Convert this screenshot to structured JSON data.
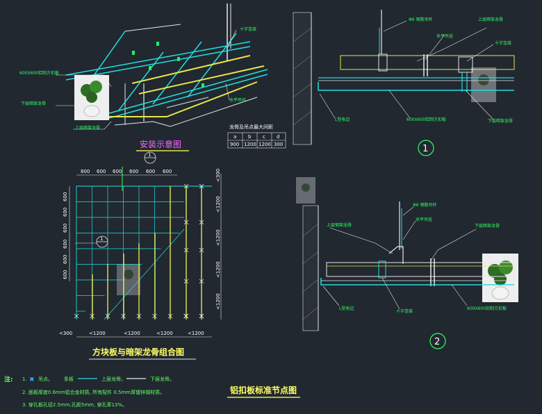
{
  "titles": {
    "install": "安装示意图",
    "grid": "方块板与暗架龙骨组合图",
    "node": "铝扣板标准节点图"
  },
  "table": {
    "title": "龙骨及吊点最大间距",
    "headers": [
      "a",
      "b",
      "c",
      "d"
    ],
    "values": [
      "900",
      "1200",
      "1200",
      "300"
    ]
  },
  "install_labels": {
    "cross": "十字连接",
    "panel": "600X600铝制方扣板",
    "lower": "下层暗架龙骨",
    "upper": "上层暗架龙骨",
    "flat": "水平吊挂"
  },
  "node1_labels": {
    "rod": "Φ6 钢筋吊杆",
    "upper": "上层暗架龙骨",
    "flat": "水平吊挂",
    "cross": "十字连接",
    "angle": "L型收边",
    "panel": "600X600铝制方扣板",
    "lower": "下层暗架龙骨",
    "num": "1"
  },
  "node2_labels": {
    "rod": "Φ6 钢筋吊杆",
    "upper": "上层钢架龙骨",
    "flat": "水平吊挂",
    "lower": "下层暗架龙骨",
    "angle": "L型收边",
    "cross": "十字连接",
    "panel": "600X600铝制方扣板",
    "num": "2"
  },
  "grid_dims": {
    "top": [
      "800",
      "600",
      "600",
      "600",
      "600",
      "600"
    ],
    "bottom": [
      "<300",
      "<1200",
      "<1200",
      "<1200",
      "<1200"
    ],
    "left": [
      "600",
      "600",
      "600",
      "600",
      "600",
      "600"
    ],
    "right": [
      "<300",
      "<1200",
      "<1200",
      "<1200",
      "<1200"
    ],
    "section_mark": "1"
  },
  "notes": {
    "label": "注:",
    "n1_prefix": "1.",
    "n1_symbol": "✖",
    "n1_a": "吊点。",
    "n1_b": "条板",
    "n1_c": "上层龙骨。",
    "n1_d": "下层龙骨。",
    "n2": "2. 面板厚度0.6mm铝合金材质, 所有配件 0.5mm厚镀锌钢材质。",
    "n3": "3. 穿孔板孔径2.5mm,孔距5mm, 穿孔率13%。"
  }
}
